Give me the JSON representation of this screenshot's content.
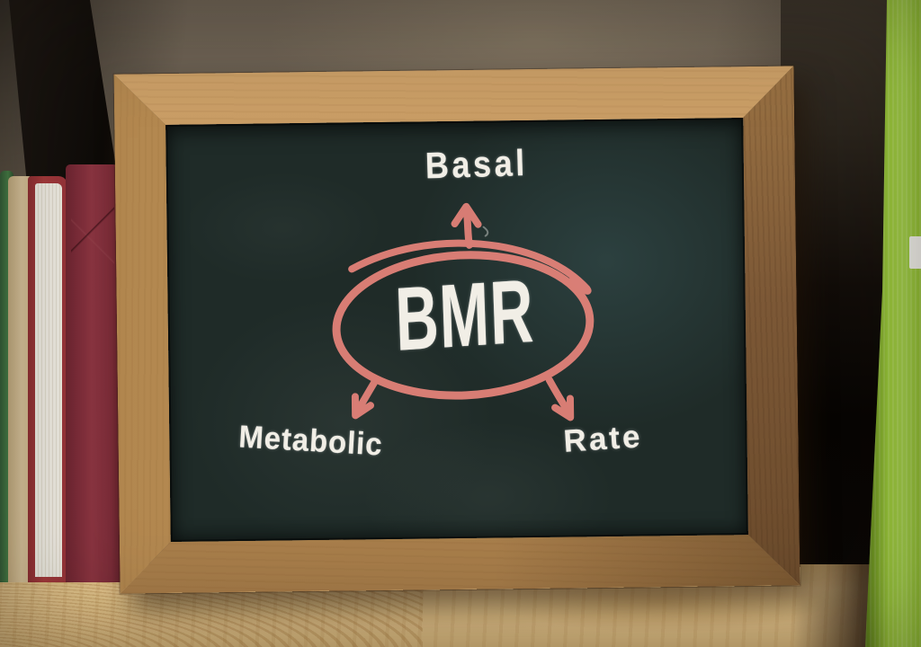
{
  "scene": {
    "description": "Photograph of a framed chalkboard on a wooden shelf between books and a lime-green folder; the acronym BMR is circled in pink chalk with arrows to the words Basal, Metabolic and Rate."
  },
  "board_text": {
    "acronym": "BMR",
    "word_top": "Basal",
    "word_bottom_left": "Metabolic",
    "word_bottom_right": "Rate"
  },
  "colors": {
    "chalk_white": "#f1eee6",
    "chalk_pink": "#e8847b",
    "board_surface": "#1f2b28",
    "frame_wood_light": "#cb9f67",
    "frame_wood_dark": "#6b4b2c",
    "shelf_wood": "#ddbd84",
    "wall": "#5d5345",
    "green_panel": "#9cc93d",
    "book_green": "#3f6b3d",
    "book_cream": "#d6c097",
    "book_red": "#a63a3c",
    "book_pages": "#efece3",
    "book_maroon": "#80303a"
  }
}
